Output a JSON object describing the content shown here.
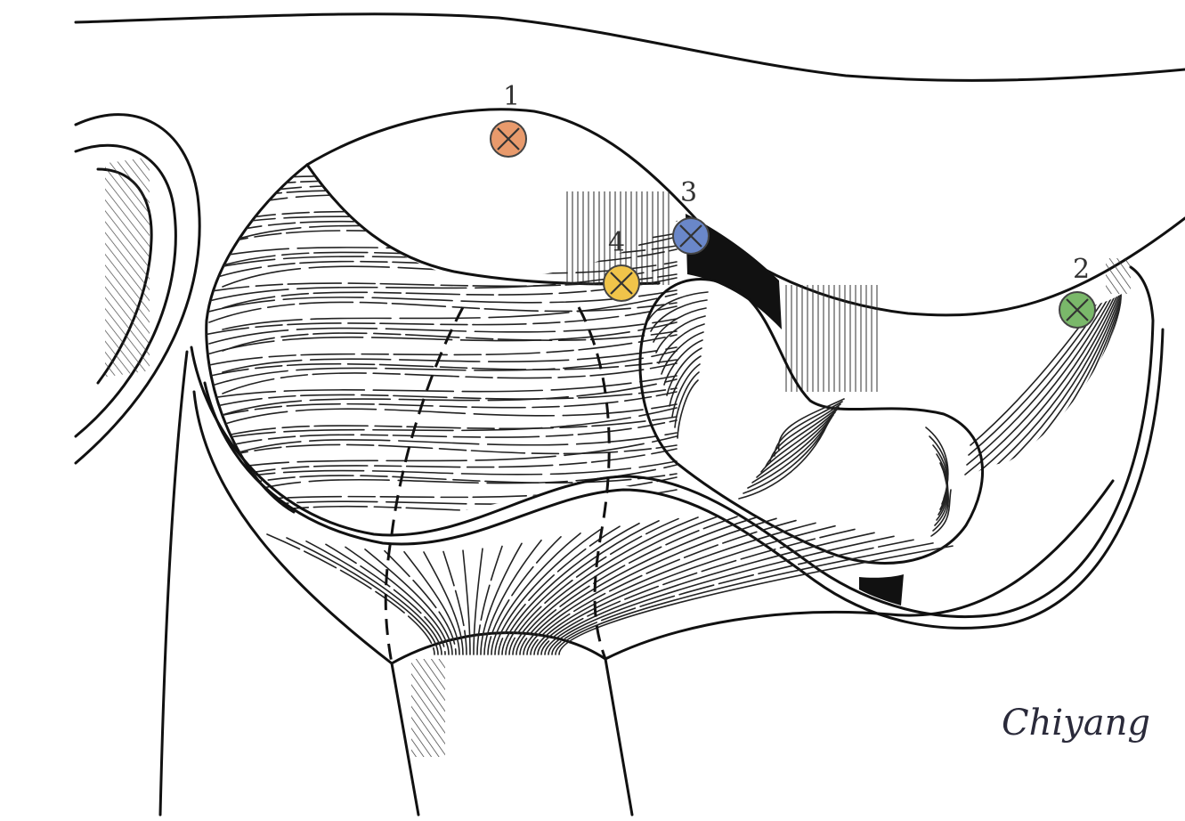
{
  "markers": [
    {
      "label": "1",
      "color": "#e89a6c"
    },
    {
      "label": "2",
      "color": "#7ab86a"
    },
    {
      "label": "3",
      "color": "#6a87c9"
    },
    {
      "label": "4",
      "color": "#f0c44a"
    }
  ],
  "signature": "Chiyang"
}
